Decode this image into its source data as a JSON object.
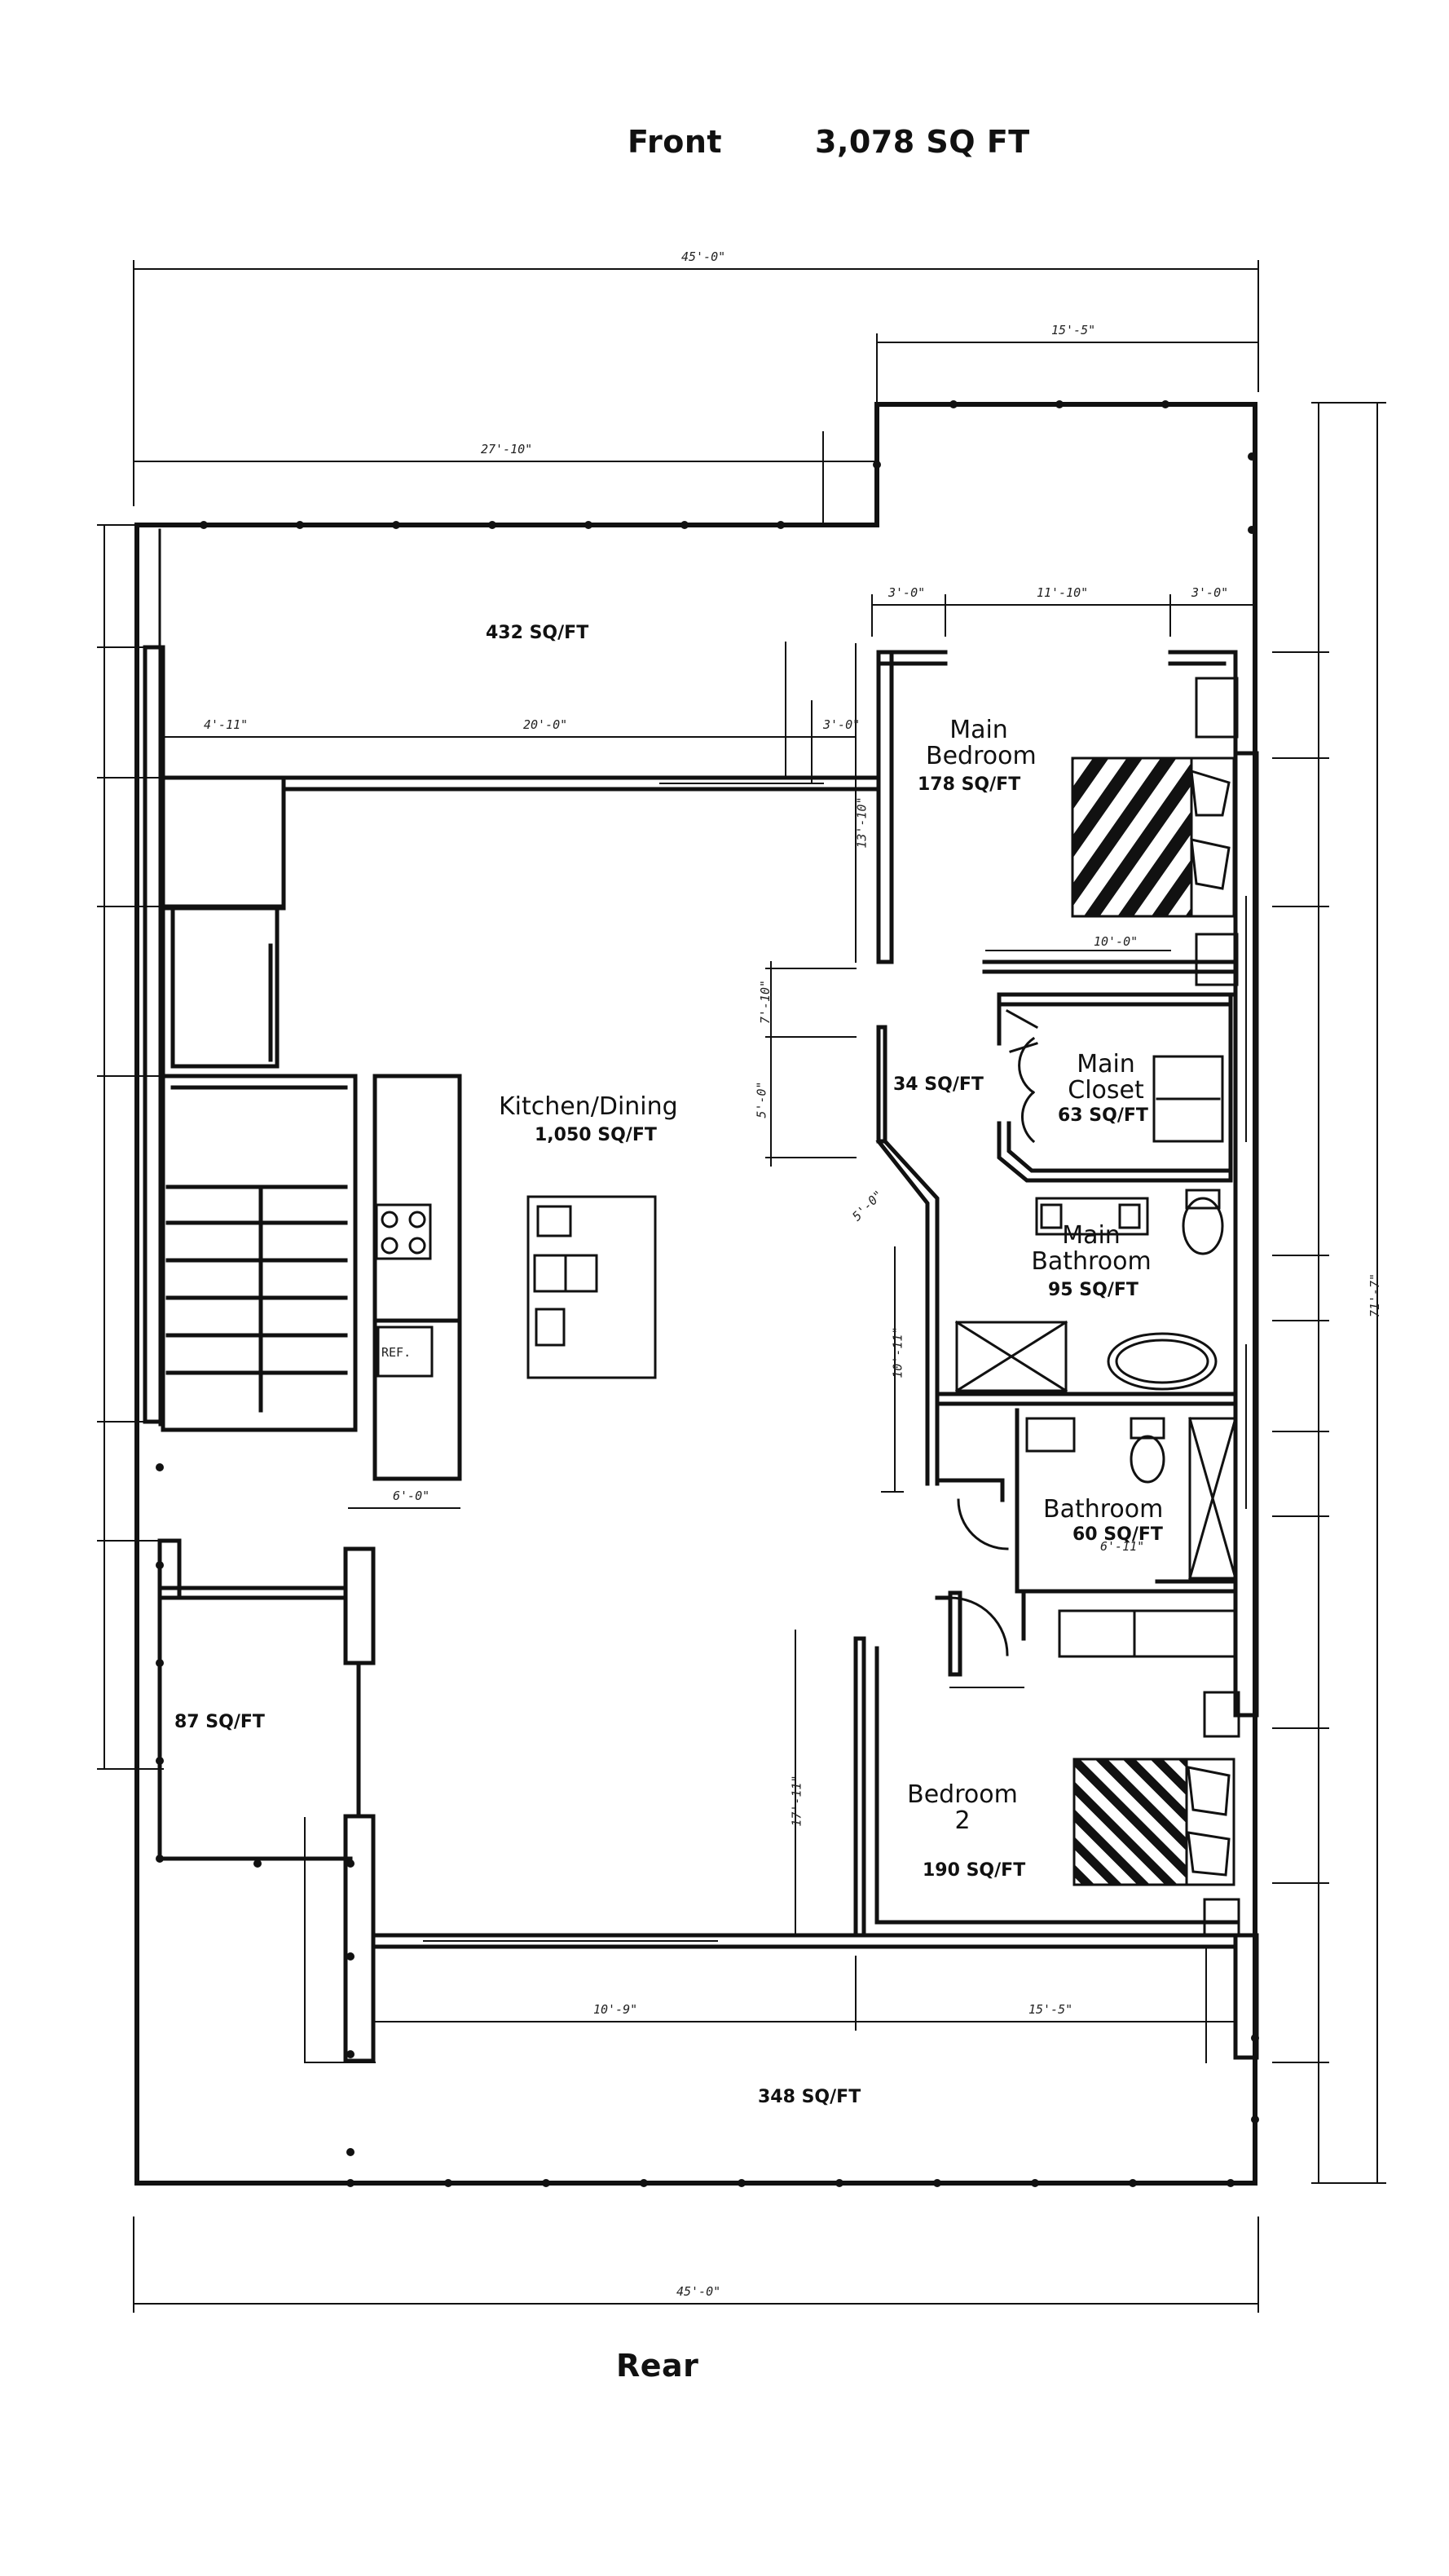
{
  "header": {
    "front_label": "Front",
    "total_area": "3,078 SQ FT"
  },
  "footer": {
    "rear_label": "Rear"
  },
  "rooms": {
    "front_porch": {
      "area": "432 SQ/FT"
    },
    "main_bedroom": {
      "name_line1": "Main",
      "name_line2": "Bedroom",
      "area": "178 SQ/FT"
    },
    "kitchen_dining": {
      "name": "Kitchen/Dining",
      "area": "1,050 SQ/FT"
    },
    "hall": {
      "area": "34 SQ/FT"
    },
    "main_closet": {
      "name_line1": "Main",
      "name_line2": "Closet",
      "area": "63 SQ/FT"
    },
    "main_bathroom": {
      "name_line1": "Main",
      "name_line2": "Bathroom",
      "area": "95 SQ/FT"
    },
    "bathroom": {
      "name": "Bathroom",
      "area": "60 SQ/FT"
    },
    "bedroom_2": {
      "name_line1": "Bedroom",
      "name_line2": "2",
      "area": "190 SQ/FT"
    },
    "side_room": {
      "area": "87 SQ/FT"
    },
    "rear_porch": {
      "area": "348 SQ/FT"
    }
  },
  "fixtures": {
    "refrigerator": "REF."
  },
  "dimensions": {
    "top_overall": "45'-0\"",
    "top_right": "15'-5\"",
    "top_left_long": "27'-10\"",
    "bedroom_top_a": "3'-0\"",
    "bedroom_top_b": "11'-10\"",
    "bedroom_top_c": "3'-0\"",
    "porch_inner_left": "4'-11\"",
    "porch_inner_mid": "20'-0\"",
    "porch_inner_right": "3'-0\"",
    "bedroom_depth": "13'-10\"",
    "bed_width": "10'-0\"",
    "hall_a": "7'-10\"",
    "hall_b": "5'-0\"",
    "diag": "5'-0\"",
    "hall_long": "10'-11\"",
    "island": "6'-0\"",
    "right_overall": "71'-7\"",
    "bottom_overall": "45'-0\"",
    "rear_left": "10'-9\"",
    "rear_right": "15'-5\"",
    "bedroom2_depth": "17'-11\"",
    "bath_width": "6'-11\""
  }
}
